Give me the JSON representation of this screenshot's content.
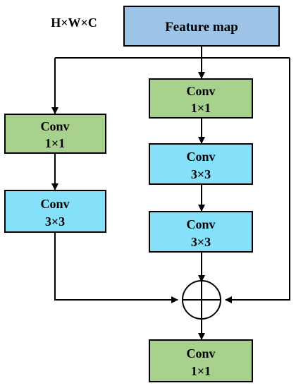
{
  "diagram": {
    "input_shape_label": "H×W×C",
    "input": {
      "label": "Feature map",
      "color": "#9dc3e6"
    },
    "left_branch": {
      "conv1": {
        "line1": "Conv",
        "line2": "1×1",
        "color": "#a9d18e"
      },
      "conv2": {
        "line1": "Conv",
        "line2": "3×3",
        "color": "#85e0f9"
      }
    },
    "mid_branch": {
      "conv1": {
        "line1": "Conv",
        "line2": "1×1",
        "color": "#a9d18e"
      },
      "conv2": {
        "line1": "Conv",
        "line2": "3×3",
        "color": "#85e0f9"
      },
      "conv3": {
        "line1": "Conv",
        "line2": "3×3",
        "color": "#85e0f9"
      }
    },
    "merge": {
      "operation": "elementwise-sum",
      "icon": "circle-plus-icon"
    },
    "output": {
      "line1": "Conv",
      "line2": "1×1",
      "color": "#a9d18e"
    }
  }
}
